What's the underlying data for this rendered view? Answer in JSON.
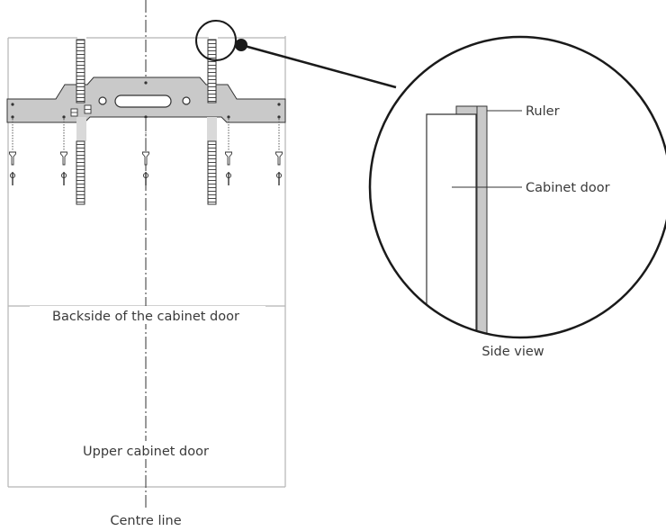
{
  "labels": {
    "ruler": "Ruler",
    "cabinet_door": "Cabinet door",
    "side_view": "Side view",
    "backside": "Backside of the cabinet door",
    "upper_door": "Upper cabinet door",
    "centre_line": "Centre line"
  },
  "colors": {
    "line": "#1a1a1a",
    "outline": "#b5b5b5",
    "bracket_fill": "#c9c9c9",
    "text": "#3a3a3a"
  }
}
